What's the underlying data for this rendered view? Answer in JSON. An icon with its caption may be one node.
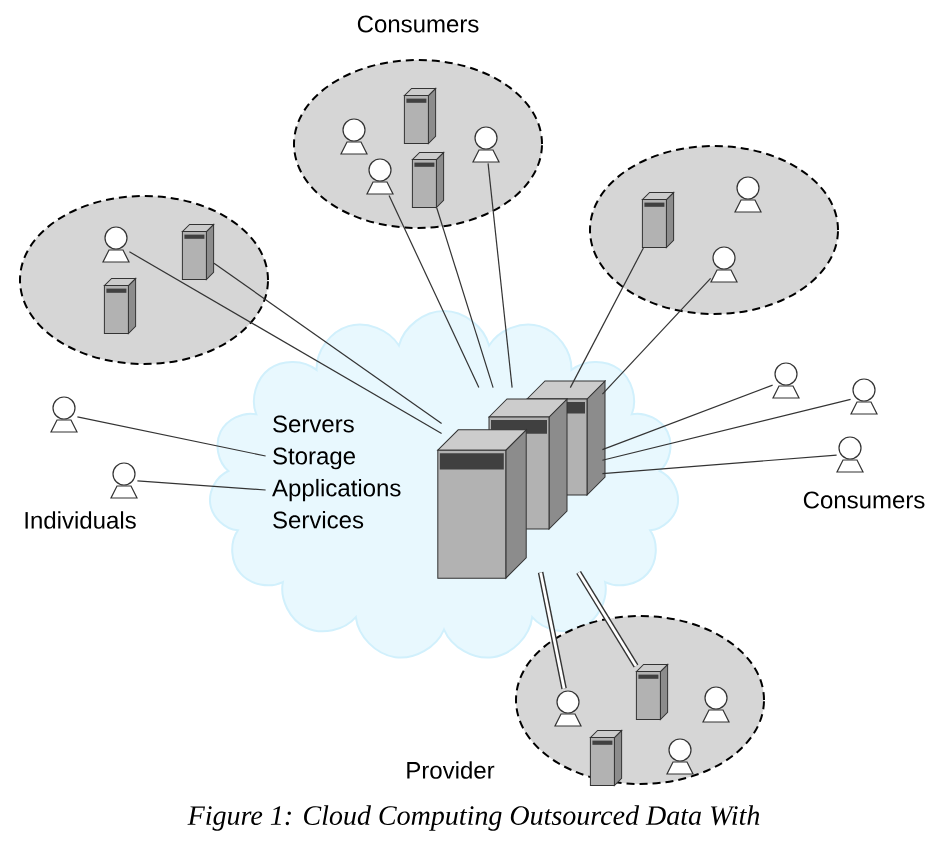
{
  "diagram": {
    "caption": "Figure 1: Cloud Computing Outsourced Data With",
    "nodes": [
      {
        "text": [
          "Servers Storage Applications Services"
        ]
      },
      {
        "text": [],
        "shape": "server",
        "in": 0
      },
      {
        "text": [],
        "shape": "ellipse"
      },
      {
        "text": [
          "Consumers"
        ]
      },
      {
        "text": [],
        "shape": "ellipse"
      },
      {
        "text": [
          "Provider"
        ]
      },
      {
        "text": [],
        "shape": "person",
        "in": 2
      },
      {
        "text": [],
        "shape": "server",
        "in": 2
      },
      {
        "text": [],
        "shape": "server",
        "in": 2
      },
      {
        "text": [],
        "shape": "person",
        "in": 3
      },
      {
        "text": [],
        "shape": "server",
        "in": 3
      },
      {
        "text": [],
        "shape": "person",
        "in": 3
      },
      {
        "text": [],
        "shape": "server",
        "in": 3
      },
      {
        "text": [],
        "shape": "person",
        "in": 3
      },
      {
        "text": [],
        "shape": "server",
        "in": 4
      },
      {
        "text": [],
        "shape": "person",
        "in": 4
      },
      {
        "text": [],
        "shape": "person",
        "in": 4
      },
      {
        "text": [],
        "shape": "person"
      },
      {
        "text": [],
        "shape": "person"
      },
      {
        "text": [],
        "shape": "person"
      },
      {
        "text": [],
        "shape": "person"
      },
      {
        "text": [],
        "shape": "person"
      },
      {
        "text": [],
        "shape": "person",
        "in": 5
      },
      {
        "text": [],
        "shape": "server",
        "in": 5
      },
      {
        "text": [],
        "shape": "person",
        "in": 5
      },
      {
        "text": [],
        "shape": "server",
        "in": 5
      },
      {
        "text": [],
        "shape": "person",
        "in": 5
      }
    ],
    "edges": [
      {
        "from": 6,
        "to": 1,
        "arrow": "none"
      },
      {
        "from": 7,
        "to": 1,
        "arrow": "none"
      },
      {
        "from": 11,
        "to": 1,
        "arrow": "none"
      },
      {
        "from": 12,
        "to": 1,
        "arrow": "none"
      },
      {
        "from": 13,
        "to": 1,
        "arrow": "none"
      },
      {
        "from": 14,
        "to": 1,
        "arrow": "none"
      },
      {
        "from": 16,
        "to": 1,
        "arrow": "none"
      },
      {
        "from": 17,
        "to": 1,
        "arrow": "none"
      },
      {
        "from": 18,
        "to": 1,
        "arrow": "none"
      },
      {
        "from": 19,
        "to": 1,
        "arrow": "none"
      },
      {
        "from": 20,
        "to": 0,
        "arrow": "none"
      },
      {
        "from": 21,
        "to": 0,
        "arrow": "none"
      },
      {
        "from": 22,
        "to": 1,
        "arrow": "none",
        "style": "thick"
      },
      {
        "from": 23,
        "to": 1,
        "arrow": "none",
        "style": "thick"
      }
    ],
    "labels": [
      "Consumers",
      "Individuals"
    ]
  }
}
